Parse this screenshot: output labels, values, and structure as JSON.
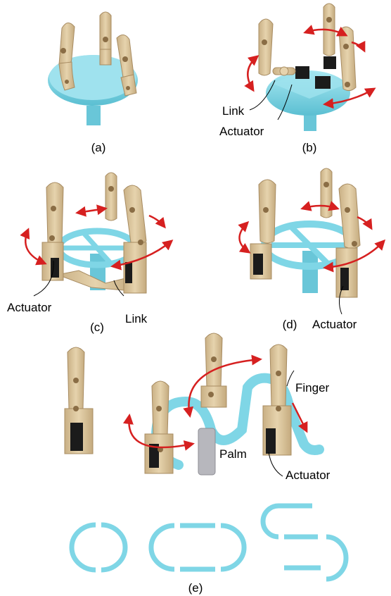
{
  "figure": {
    "panel_labels": {
      "a": "(a)",
      "b": "(b)",
      "c": "(c)",
      "d": "(d)",
      "e": "(e)"
    },
    "annotations": {
      "b_link": "Link",
      "b_actuator": "Actuator",
      "c_actuator": "Actuator",
      "c_link": "Link",
      "d_actuator": "Actuator",
      "e_finger": "Finger",
      "e_palm": "Palm",
      "e_actuator": "Actuator"
    },
    "colors": {
      "finger": "#dcc8a2",
      "finger_shade": "#bfa77c",
      "joint": "#8a6d45",
      "palm": "#7fd6e6",
      "palm_shade": "#58b6c9",
      "actuator": "#1b1b1b",
      "arrow": "#d62020"
    }
  }
}
